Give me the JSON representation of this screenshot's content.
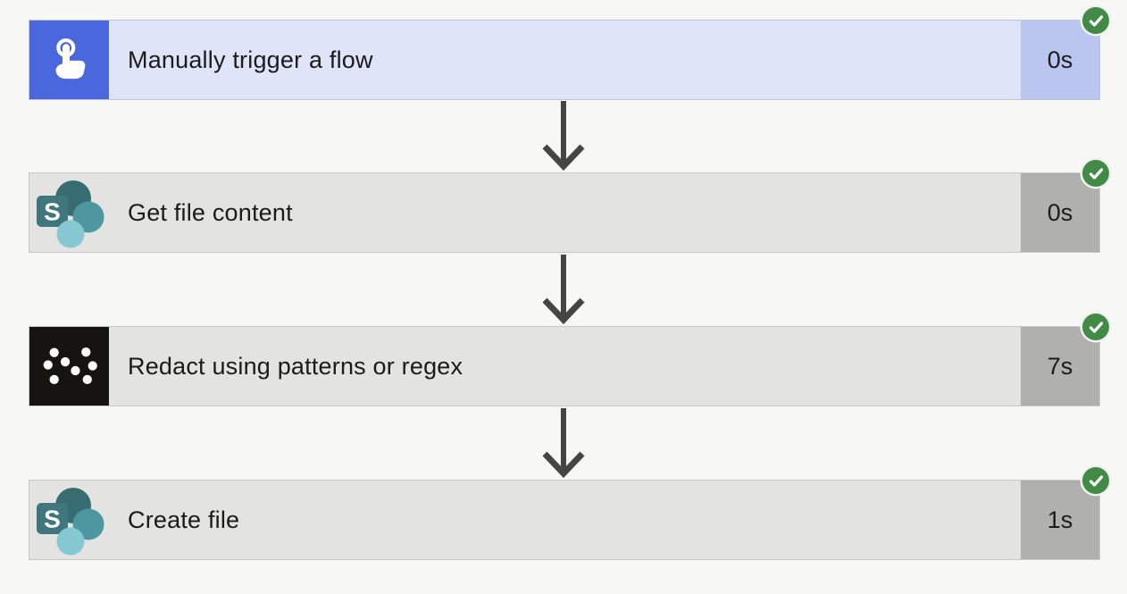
{
  "page": {
    "background_color": "#f7f7f5",
    "app": "flow-run-diagram"
  },
  "flow": {
    "steps": [
      {
        "label": "Manually trigger a flow",
        "duration": "0s",
        "status": "succeeded",
        "type": "trigger",
        "icon": "manual-trigger-touch-icon",
        "colors": {
          "body": "#dfe4f8",
          "icon_bg": "#4b67de",
          "duration_bg": "#bac6ef"
        }
      },
      {
        "label": "Get file content",
        "duration": "0s",
        "status": "succeeded",
        "type": "action",
        "icon": "sharepoint-icon",
        "colors": {
          "body": "#e3e3e1",
          "icon_bg": "transparent",
          "duration_bg": "#b0b0ae"
        }
      },
      {
        "label": "Redact using patterns or regex",
        "duration": "7s",
        "status": "succeeded",
        "type": "action",
        "icon": "redact-dots-icon",
        "colors": {
          "body": "#e3e3e1",
          "icon_bg": "#171310",
          "duration_bg": "#b0b0ae"
        }
      },
      {
        "label": "Create file",
        "duration": "1s",
        "status": "succeeded",
        "type": "action",
        "icon": "sharepoint-icon",
        "colors": {
          "body": "#e3e3e1",
          "icon_bg": "transparent",
          "duration_bg": "#b0b0ae"
        }
      }
    ],
    "status_badge": {
      "color": "#418b46",
      "symbol": "checkmark"
    },
    "connector": {
      "color": "#454545",
      "direction": "down"
    },
    "sharepoint_letter": "S"
  }
}
